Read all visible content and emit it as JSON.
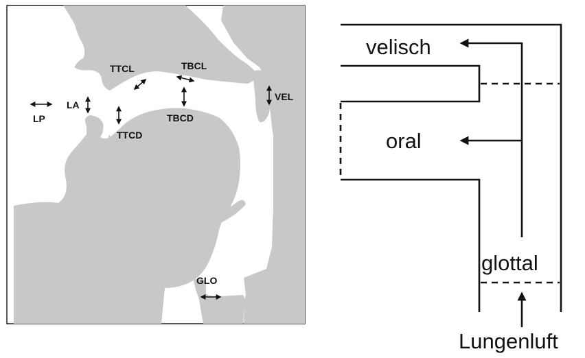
{
  "vocal_tract_labels": {
    "ttcl": "TTCL",
    "tbcl": "TBCL",
    "la": "LA",
    "lp": "LP",
    "vel": "VEL",
    "ttcd": "TTCD",
    "tbcd": "TBCD",
    "glo": "GLO"
  },
  "tube_model": {
    "velisch": "velisch",
    "oral": "oral",
    "glottal": "glottal",
    "lungenluft": "Lungenluft"
  },
  "colors": {
    "tissue": "#c8c8c8",
    "line": "#111111",
    "background": "#ffffff"
  }
}
